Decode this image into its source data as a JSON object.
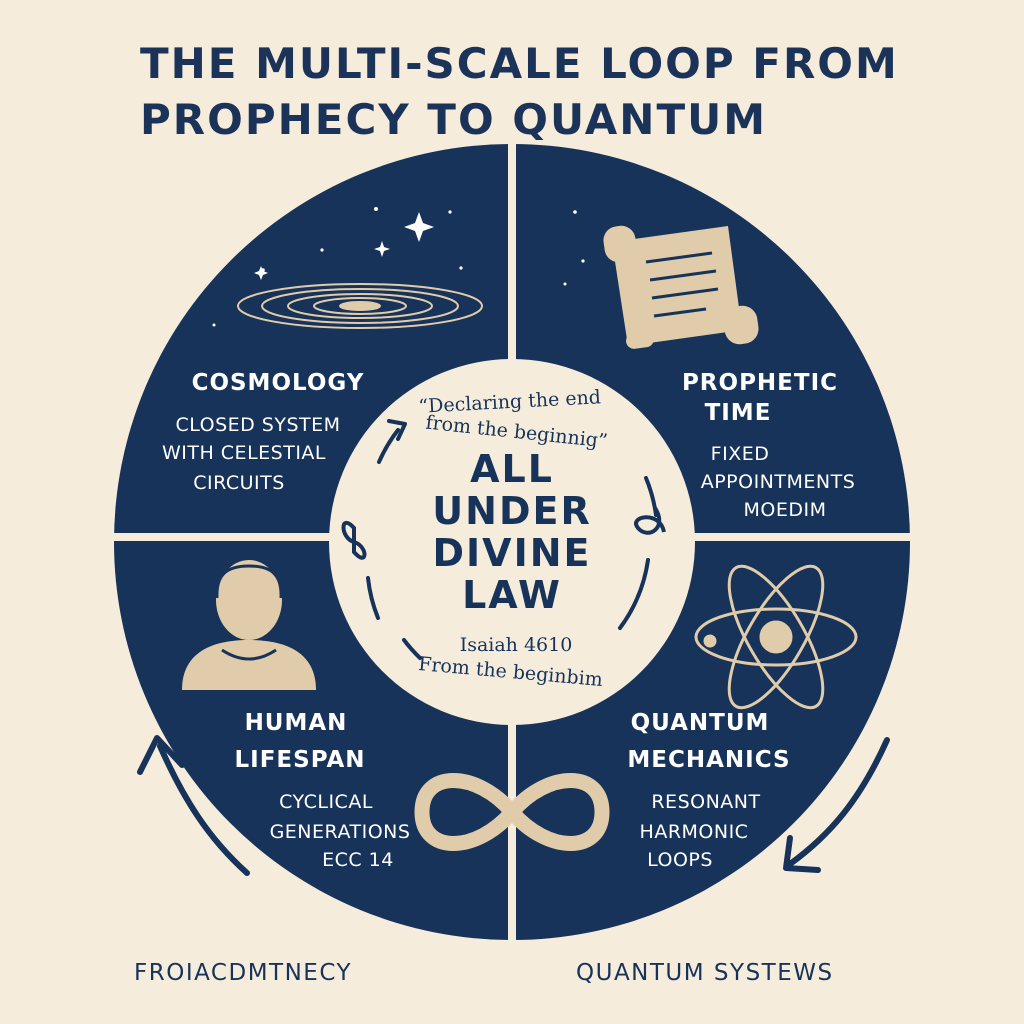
{
  "title": {
    "line1": "THE MULTI-SCALE LOOP FROM",
    "line2": "PROPHECY TO QUANTUM"
  },
  "quadrants": {
    "cosmology": {
      "heading": "COSMOLOGY",
      "lines": [
        "CLOSED SYSTEM",
        "WITH CELESTIAL",
        "CIRCUITS"
      ],
      "icon": "galaxy-icon"
    },
    "prophetic": {
      "heading_lines": [
        "PROPHETIC",
        "TIME"
      ],
      "lines": [
        "FIXED",
        "APPOINTMENTS",
        "MOEDIM"
      ],
      "icon": "scroll-icon"
    },
    "human": {
      "heading_lines": [
        "HUMAN",
        "LIFESPAN"
      ],
      "lines": [
        "CYCLICAL",
        "GENERATIONS",
        "ECC 14"
      ],
      "icon": "person-icon"
    },
    "quantum": {
      "heading_lines": [
        "QUANTUM",
        "MECHANICS"
      ],
      "lines": [
        "RESONANT",
        "HARMONIC",
        "LOOPS"
      ],
      "icon": "atom-icon"
    }
  },
  "center": {
    "verse_top_line1": "“Declaring the end",
    "verse_top_line2": "from the beginnig”",
    "main_lines": [
      "ALL",
      "UNDER",
      "DIVINE",
      "LAW"
    ],
    "reference": "Isaiah 4610",
    "verse_bottom": "From the beginbim"
  },
  "bottom_labels": {
    "left": "FROIACDMTNECY",
    "right": "QUANTUM SYSTEWS"
  },
  "colors": {
    "navy": "#173359",
    "cream": "#f5ecdc",
    "beige": "#e0ccaa"
  }
}
